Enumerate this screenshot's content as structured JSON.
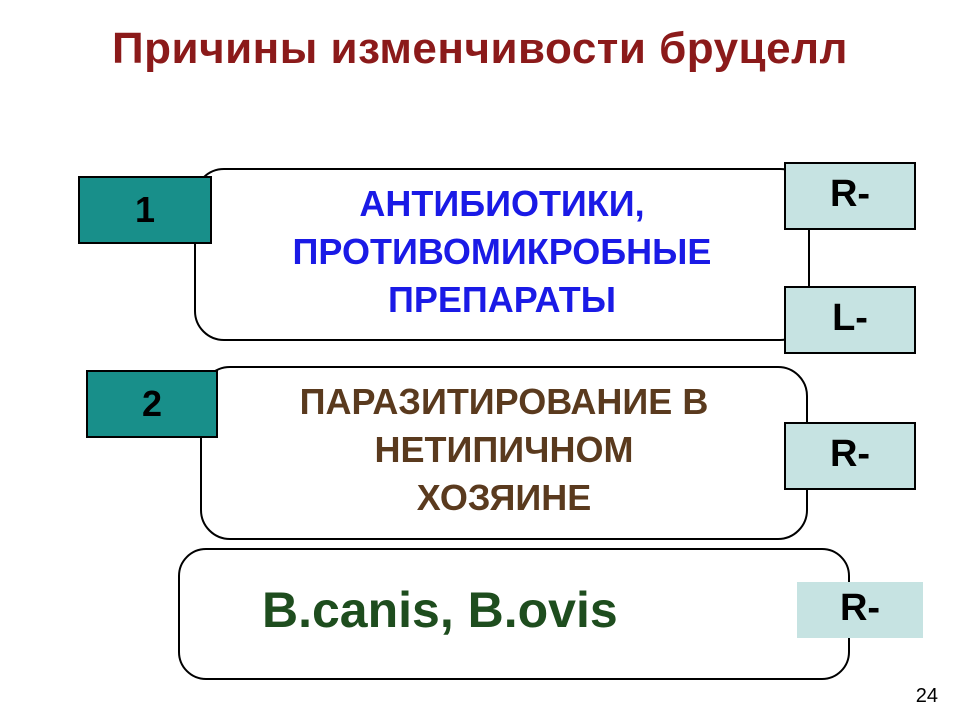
{
  "slide": {
    "title": "Причины изменчивости бруцелл",
    "page_number": "24"
  },
  "rows": [
    {
      "number": "1",
      "text_lines": [
        "АНТИБИОТИКИ,",
        "ПРОТИВОМИКРОБНЫЕ",
        "ПРЕПАРАТЫ"
      ],
      "tags": [
        "R-",
        "L-"
      ],
      "text_color": "#1a1ae6"
    },
    {
      "number": "2",
      "text_lines": [
        "ПАРАЗИТИРОВАНИЕ В",
        "НЕТИПИЧНОМ",
        "ХОЗЯИНЕ"
      ],
      "tags": [
        "R-"
      ],
      "text_color": "#5a3a1e"
    },
    {
      "text": "B.canis, B.ovis",
      "tags": [
        "R-"
      ],
      "text_color": "#1e4d1e"
    }
  ],
  "colors": {
    "title": "#8b1a1a",
    "number_box": "#188f8a",
    "tag_box": "#c6e3e2"
  }
}
